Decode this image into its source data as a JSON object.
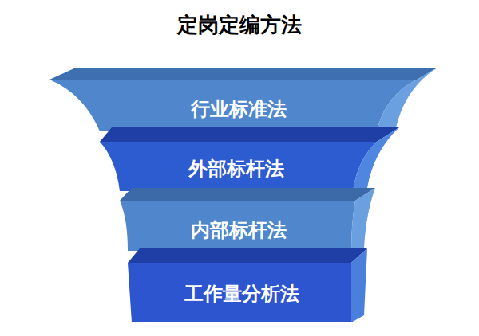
{
  "diagram": {
    "title": "定岗定编方法",
    "nodes": [
      {
        "text": [
          "行业标准法"
        ]
      },
      {
        "text": [
          "外部标杆法"
        ]
      },
      {
        "text": [
          "内部标杆法"
        ]
      },
      {
        "text": [
          "工作量分析法"
        ]
      }
    ]
  }
}
